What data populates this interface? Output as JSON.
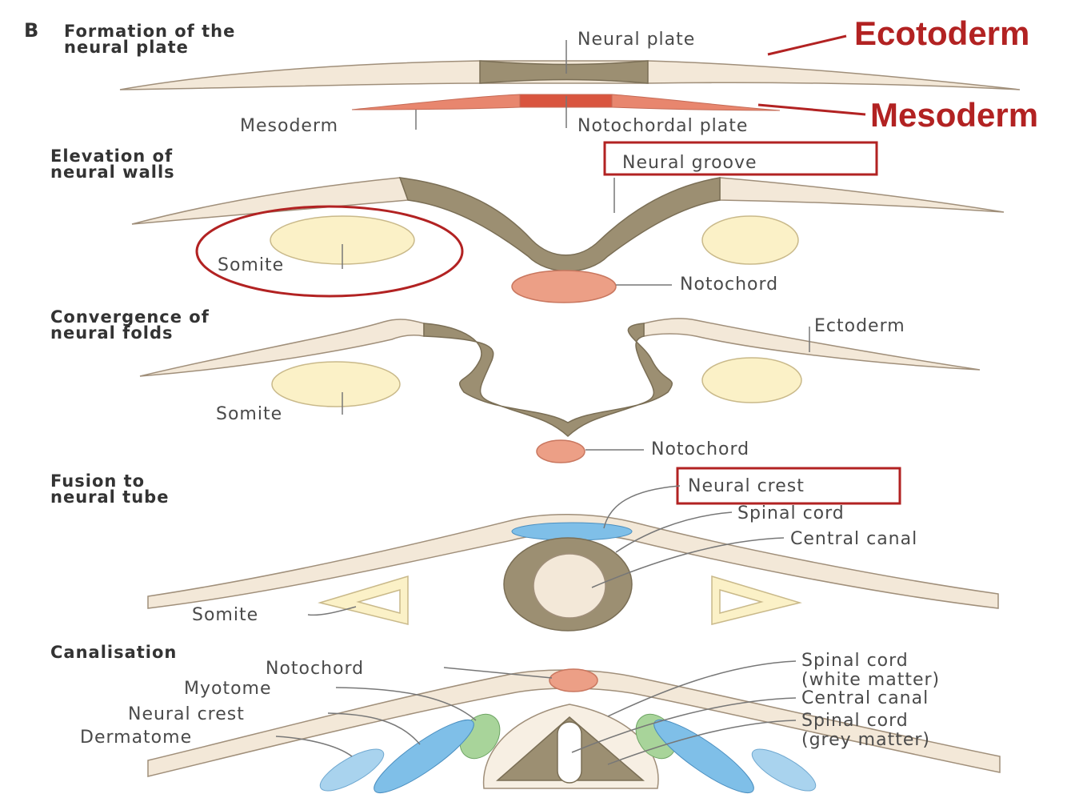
{
  "panel_letter": "B",
  "stages": {
    "s1": {
      "title_line1": "Formation of the",
      "title_line2": "neural plate",
      "neural_plate": "Neural plate",
      "mesoderm": "Mesoderm",
      "notochordal_plate": "Notochordal plate"
    },
    "s2": {
      "title_line1": "Elevation of",
      "title_line2": "neural walls",
      "neural_groove": "Neural groove",
      "somite": "Somite",
      "notochord": "Notochord"
    },
    "s3": {
      "title_line1": "Convergence of",
      "title_line2": "neural folds",
      "ectoderm": "Ectoderm",
      "somite": "Somite",
      "notochord": "Notochord"
    },
    "s4": {
      "title_line1": "Fusion to",
      "title_line2": "neural tube",
      "neural_crest": "Neural crest",
      "spinal_cord": "Spinal cord",
      "central_canal": "Central canal",
      "somite": "Somite"
    },
    "s5": {
      "title": "Canalisation",
      "notochord": "Notochord",
      "myotome": "Myotome",
      "neural_crest": "Neural crest",
      "dermatome": "Dermatome",
      "spinal_cord_white_1": "Spinal cord",
      "spinal_cord_white_2": "(white matter)",
      "central_canal": "Central canal",
      "spinal_cord_grey_1": "Spinal cord",
      "spinal_cord_grey_2": "(grey matter)"
    }
  },
  "annotations": {
    "ectoderm": "Ecotoderm",
    "mesoderm": "Mesoderm"
  },
  "colors": {
    "annotation": "#b22222",
    "ectoderm": "#f3e8d8",
    "neural_plate": "#9c8f72",
    "mesoderm": "#e8866e",
    "somite": "#fbf1c7",
    "notochord": "#ec9f86",
    "neural_crest": "#7fbfe8",
    "myotome": "#a8d49a",
    "dermatome": "#a9d3ee"
  }
}
